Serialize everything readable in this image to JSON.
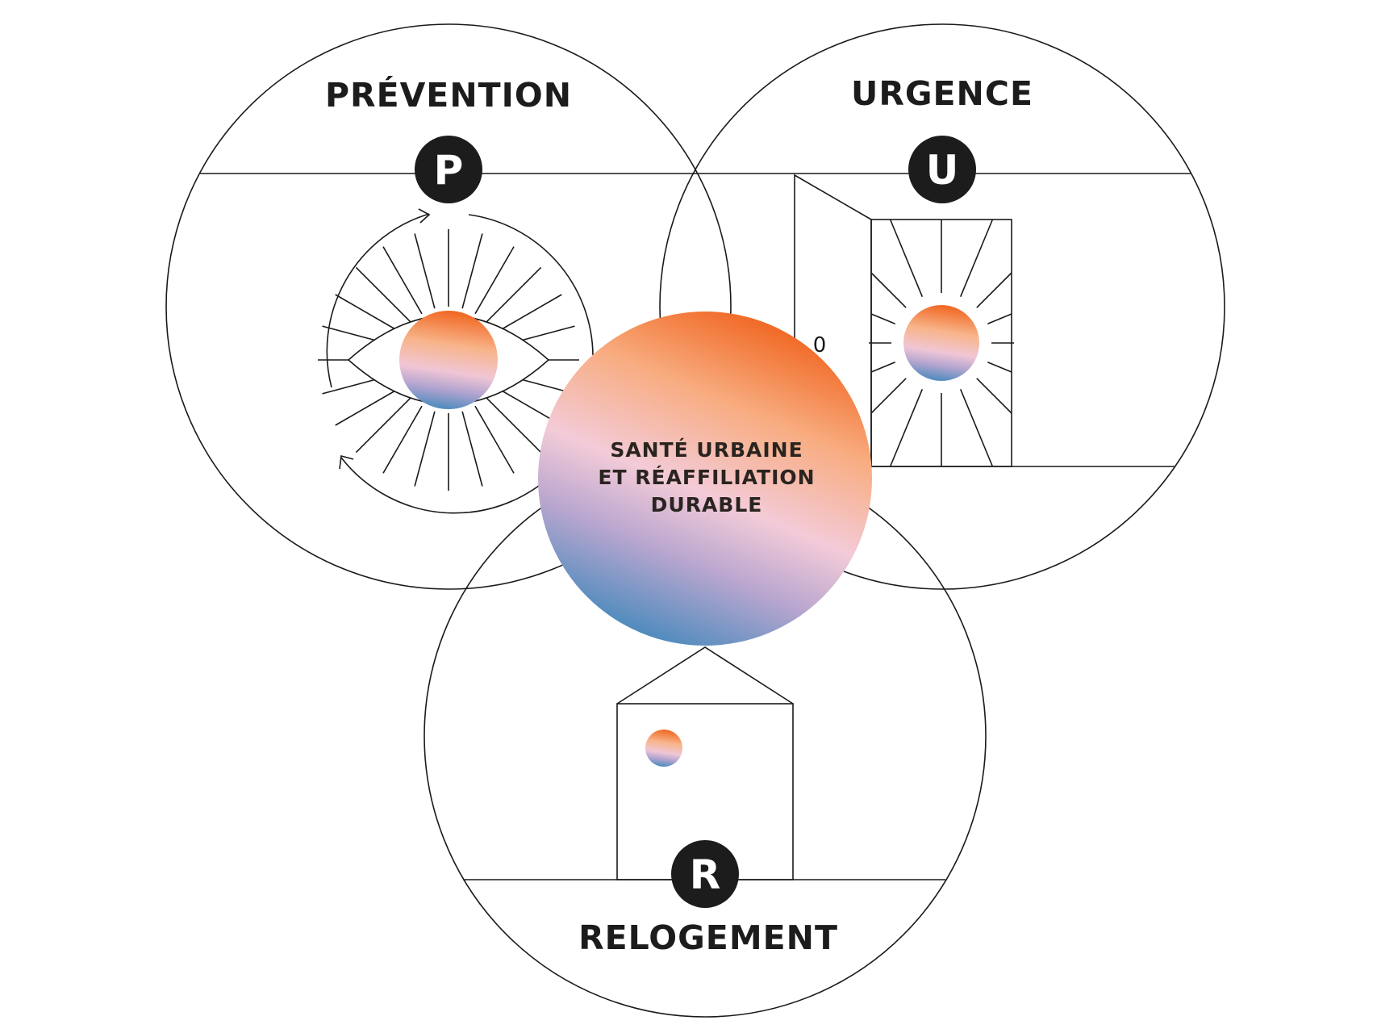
{
  "diagram": {
    "sections": {
      "prevention": {
        "title": "PRÉVENTION",
        "badge": "P"
      },
      "urgence": {
        "title": "URGENCE",
        "badge": "U"
      },
      "relogement": {
        "title": "RELOGEMENT",
        "badge": "R"
      }
    },
    "center": {
      "line1": "SANTÉ URBAINE",
      "line2": "ET RÉAFFILIATION",
      "line3": "DURABLE"
    },
    "door_number": "0",
    "colors": {
      "line": "#1a1a1a",
      "badge_fill": "#1c1c1c",
      "gradient_orange": "#f0641e",
      "gradient_peach": "#f8b48a",
      "gradient_pink": "#f3cbd8",
      "gradient_lavender": "#b9a6cf",
      "gradient_blue": "#4d8bbd"
    }
  }
}
